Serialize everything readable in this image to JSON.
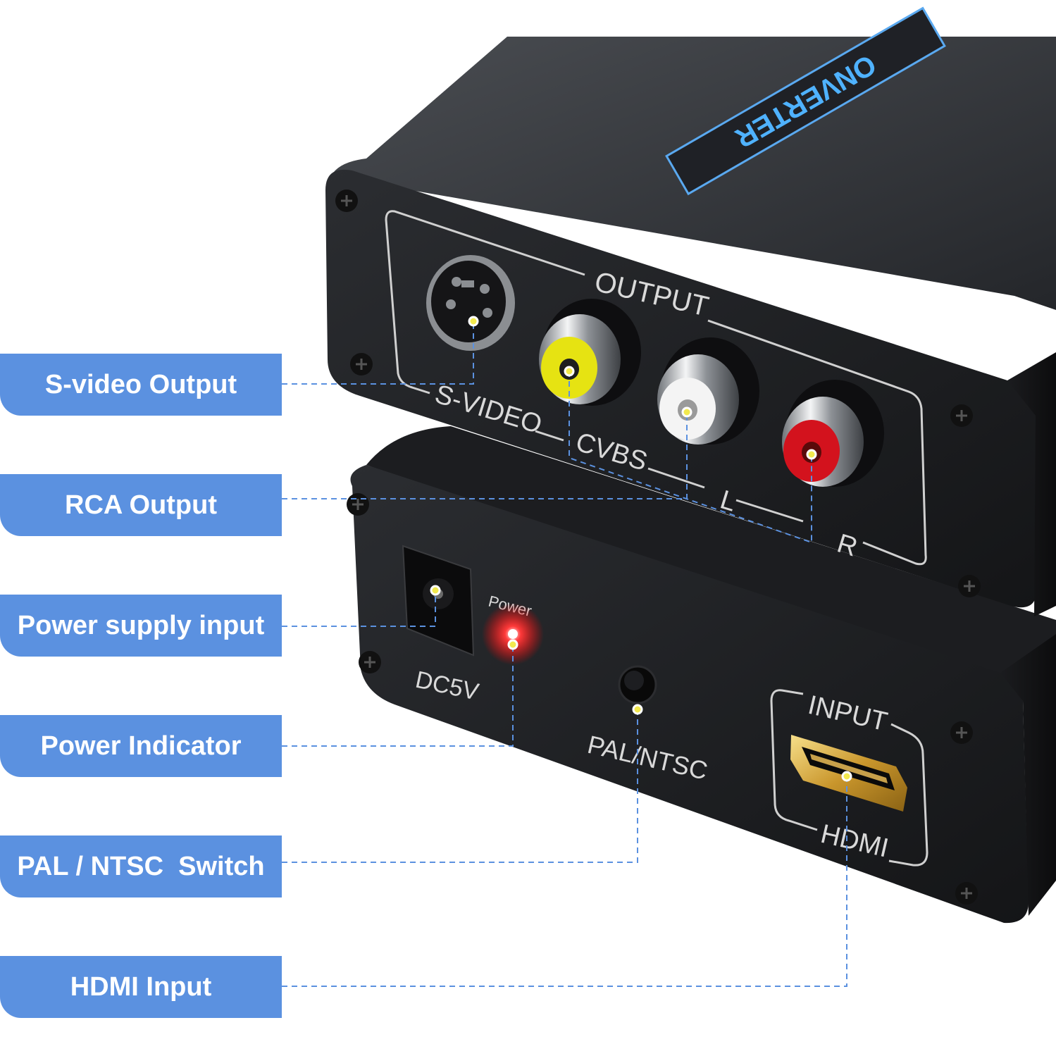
{
  "accent_color": "#5b91e0",
  "dot_color": "#f2e94e",
  "callouts": [
    {
      "label": "S-video Output"
    },
    {
      "label": "RCA Output"
    },
    {
      "label": "Power supply input"
    },
    {
      "label": "Power Indicator"
    },
    {
      "label": "PAL / NTSC  Switch"
    },
    {
      "label": "HDMI Input"
    }
  ],
  "device": {
    "brand_strip": "ONVERTER",
    "output_label": "OUTPUT",
    "svideo_label": "S-VIDEO",
    "cvbs_label": "CVBS",
    "left_label": "L",
    "right_label": "R",
    "power_label": "Power",
    "dc_label": "DC5V",
    "switch_label": "PAL/NTSC",
    "input_label": "INPUT",
    "hdmi_label": "HDMI",
    "rca_colors": {
      "video": "#e6e312",
      "left": "#f4f4f4",
      "right": "#d3121d"
    },
    "led_color": "#ff2a2a"
  }
}
